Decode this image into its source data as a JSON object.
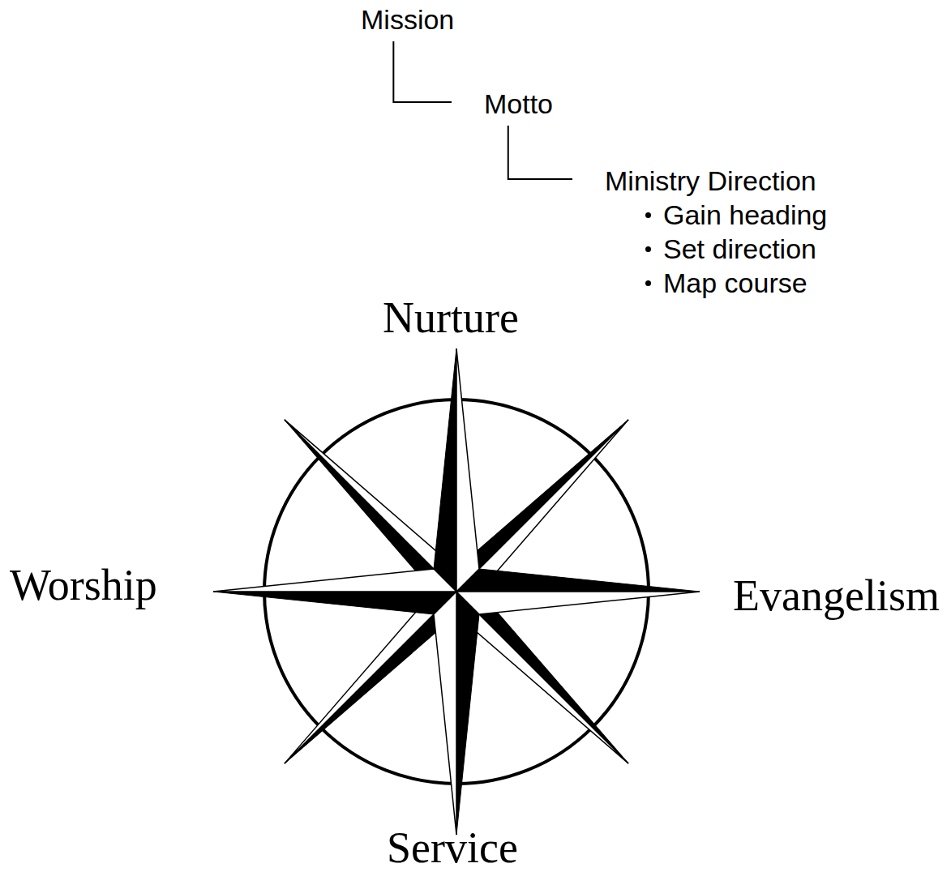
{
  "diagram": {
    "nodes": [
      {
        "text": [
          "Mission"
        ]
      },
      {
        "text": [
          "Motto"
        ]
      },
      {
        "text": [
          "Ministry Direction",
          "Gain heading",
          "Set direction",
          "Map course"
        ]
      }
    ],
    "edges": [
      {
        "from": 0,
        "to": 1,
        "arrow": "none"
      },
      {
        "from": 1,
        "to": 2,
        "arrow": "none"
      }
    ],
    "labels": [
      "Nurture",
      "Worship",
      "Evangelism",
      "Service"
    ]
  }
}
